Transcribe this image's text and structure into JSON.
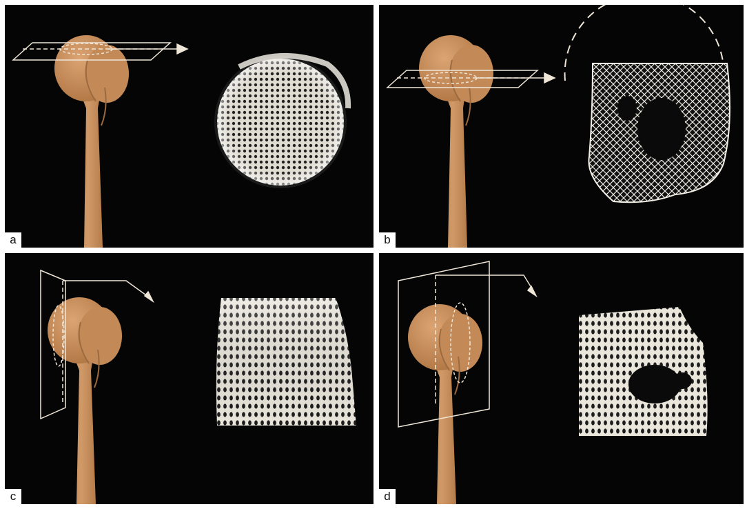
{
  "panels": [
    {
      "id": "a",
      "label": "a",
      "plane": "horizontal-high",
      "specimen": "round-section"
    },
    {
      "id": "b",
      "label": "b",
      "plane": "horizontal-low",
      "specimen": "head-section-with-void"
    },
    {
      "id": "c",
      "label": "c",
      "plane": "vertical-lateral",
      "specimen": "block-section"
    },
    {
      "id": "d",
      "label": "d",
      "plane": "vertical-medial",
      "specimen": "block-section-with-void"
    }
  ],
  "colors": {
    "background": "#050505",
    "bone": "#c8925f",
    "bone_shadow": "#9c6a3e",
    "plane_line": "#efe6d8",
    "trabecular": "#f2efe6"
  }
}
